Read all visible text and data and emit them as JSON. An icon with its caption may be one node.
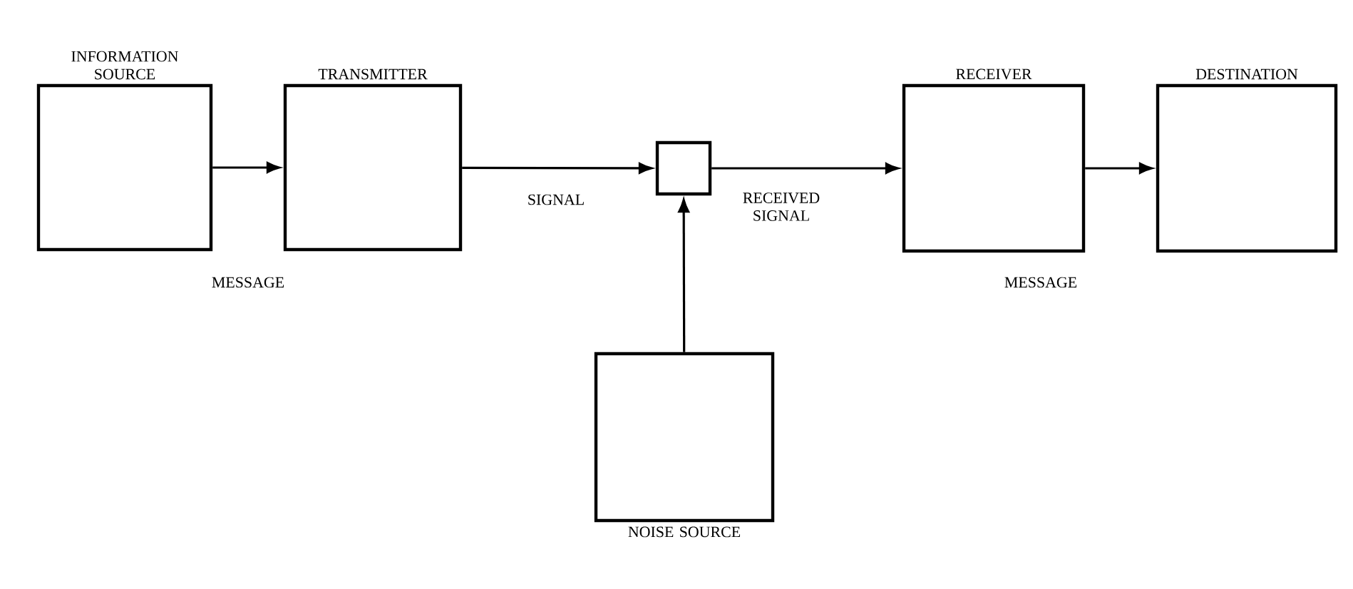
{
  "diagram": {
    "nodes": [
      {
        "text": [
          "INFORMATION SOURCE"
        ]
      },
      {
        "text": [
          "TRANSMITTER"
        ]
      },
      {
        "text": [],
        "shape": "box"
      },
      {
        "text": [
          "RECEIVER"
        ]
      },
      {
        "text": [
          "DESTINATION"
        ]
      },
      {
        "text": [
          "NOISE SOURCE"
        ]
      }
    ],
    "edges": [
      {
        "from": 0,
        "to": 1,
        "arrow": "to"
      },
      {
        "from": 1,
        "to": 2,
        "arrow": "to",
        "label": "SIGNAL"
      },
      {
        "from": 2,
        "to": 3,
        "arrow": "to",
        "label": "RECEIVED SIGNAL"
      },
      {
        "from": 3,
        "to": 4,
        "arrow": "to"
      },
      {
        "from": 5,
        "to": 2,
        "arrow": "to"
      }
    ],
    "labels": [
      "MESSAGE",
      "MESSAGE"
    ]
  }
}
